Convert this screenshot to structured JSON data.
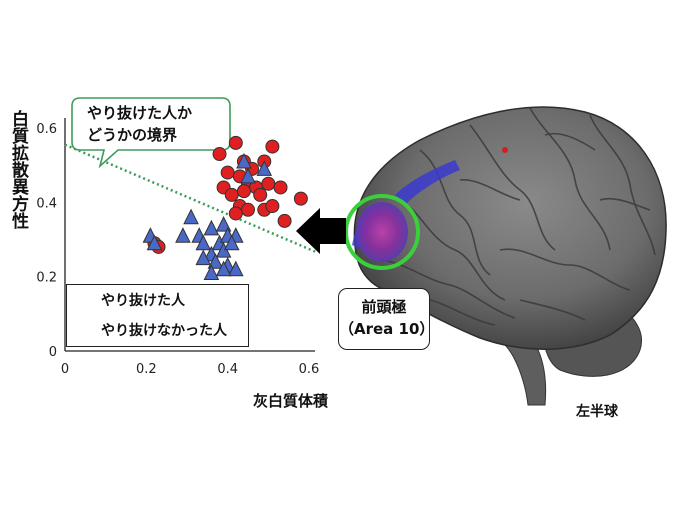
{
  "chart_data": {
    "type": "scatter",
    "xlabel": "灰白質体積",
    "ylabel": "白質拡散異方性",
    "xlim": [
      0,
      0.6
    ],
    "ylim": [
      0,
      0.6
    ],
    "xticks": [
      "0",
      "0.2",
      "0.4",
      "0.6"
    ],
    "yticks": [
      "0",
      "0.2",
      "0.4",
      "0.6"
    ],
    "grid": false,
    "legend_position": "bottom-left",
    "series": [
      {
        "name": "やり抜けた人",
        "marker": "circle",
        "color": "#e02020",
        "points": [
          [
            0.38,
            0.53
          ],
          [
            0.42,
            0.56
          ],
          [
            0.44,
            0.51
          ],
          [
            0.46,
            0.49
          ],
          [
            0.51,
            0.55
          ],
          [
            0.49,
            0.51
          ],
          [
            0.4,
            0.48
          ],
          [
            0.43,
            0.47
          ],
          [
            0.45,
            0.45
          ],
          [
            0.47,
            0.44
          ],
          [
            0.39,
            0.44
          ],
          [
            0.41,
            0.42
          ],
          [
            0.44,
            0.43
          ],
          [
            0.5,
            0.45
          ],
          [
            0.53,
            0.44
          ],
          [
            0.58,
            0.41
          ],
          [
            0.48,
            0.42
          ],
          [
            0.43,
            0.39
          ],
          [
            0.45,
            0.38
          ],
          [
            0.49,
            0.38
          ],
          [
            0.51,
            0.39
          ],
          [
            0.42,
            0.37
          ],
          [
            0.54,
            0.35
          ],
          [
            0.22,
            0.29
          ],
          [
            0.23,
            0.28
          ]
        ]
      },
      {
        "name": "やり抜けなかった人",
        "marker": "triangle",
        "color": "#4a68c6",
        "points": [
          [
            0.21,
            0.31
          ],
          [
            0.22,
            0.29
          ],
          [
            0.31,
            0.36
          ],
          [
            0.29,
            0.31
          ],
          [
            0.33,
            0.31
          ],
          [
            0.36,
            0.33
          ],
          [
            0.39,
            0.34
          ],
          [
            0.34,
            0.29
          ],
          [
            0.38,
            0.29
          ],
          [
            0.4,
            0.31
          ],
          [
            0.42,
            0.31
          ],
          [
            0.36,
            0.26
          ],
          [
            0.39,
            0.27
          ],
          [
            0.41,
            0.29
          ],
          [
            0.34,
            0.25
          ],
          [
            0.37,
            0.24
          ],
          [
            0.4,
            0.23
          ],
          [
            0.42,
            0.22
          ],
          [
            0.36,
            0.21
          ],
          [
            0.39,
            0.22
          ],
          [
            0.44,
            0.51
          ],
          [
            0.49,
            0.49
          ],
          [
            0.45,
            0.47
          ]
        ]
      }
    ],
    "boundary": {
      "label": "やり抜けた人かどうかの境界",
      "x": [
        0,
        0.62
      ],
      "y": [
        0.555,
        0.265
      ]
    },
    "callout": {
      "line1": "やり抜けた人か",
      "line2": "どうかの境界"
    }
  },
  "brain": {
    "region_label_line1": "前頭極",
    "region_label_line2": "（Area 10）",
    "hemisphere_label": "左半球",
    "highlight_color": "#39d03c"
  }
}
